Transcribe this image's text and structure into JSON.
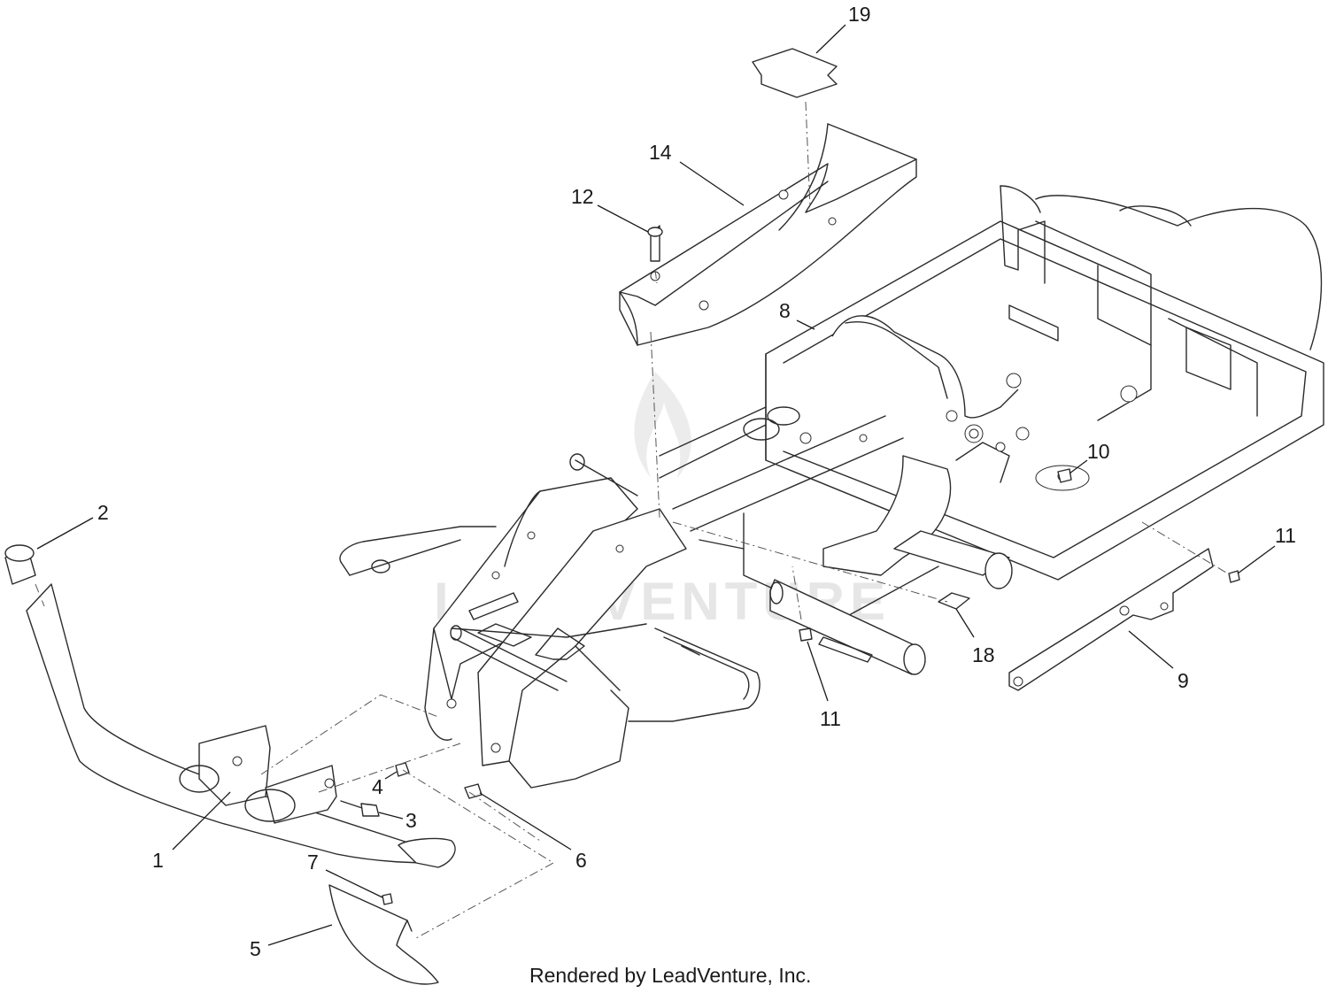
{
  "diagram": {
    "callouts": {
      "c1": "1",
      "c2": "2",
      "c3": "3",
      "c4": "4",
      "c5": "5",
      "c6": "6",
      "c7": "7",
      "c8": "8",
      "c9": "9",
      "c10": "10",
      "c11a": "11",
      "c11b": "11",
      "c12": "12",
      "c14": "14",
      "c18": "18",
      "c19": "19"
    },
    "watermark": "LEADVENTURE",
    "credit": "Rendered by LeadVenture, Inc."
  },
  "colors": {
    "line": "#2b2b2b",
    "watermark": "#e6e6e6",
    "background": "#ffffff"
  }
}
